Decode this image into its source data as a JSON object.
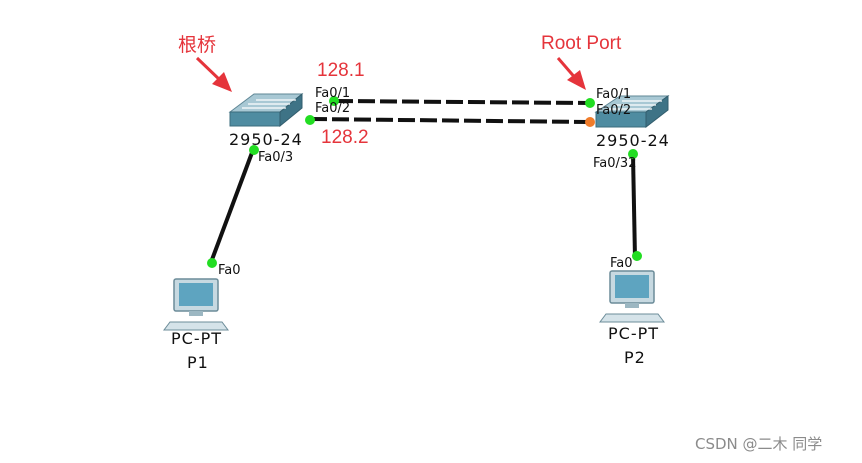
{
  "annotations": {
    "root_bridge": "根桥",
    "root_port": "Root Port",
    "priority_fa01": "128.1",
    "priority_fa02": "128.2"
  },
  "switch_left": {
    "model": "2950-24",
    "ports": [
      "Fa0/1",
      "Fa0/2",
      "Fa0/3"
    ]
  },
  "switch_right": {
    "model": "2950-24",
    "ports": [
      "Fa0/1",
      "Fa0/2",
      "Fa0/3"
    ],
    "port_suffix": "2"
  },
  "pc_left": {
    "type": "PC-PT",
    "name": "P1",
    "port": "Fa0"
  },
  "pc_right": {
    "type": "PC-PT",
    "name": "P2",
    "port": "Fa0"
  },
  "link_status_colors": {
    "up": "#22dd22",
    "blocking": "#f07c2a"
  },
  "annotation_color": "#e5343b",
  "watermark": "CSDN @二木 同学"
}
